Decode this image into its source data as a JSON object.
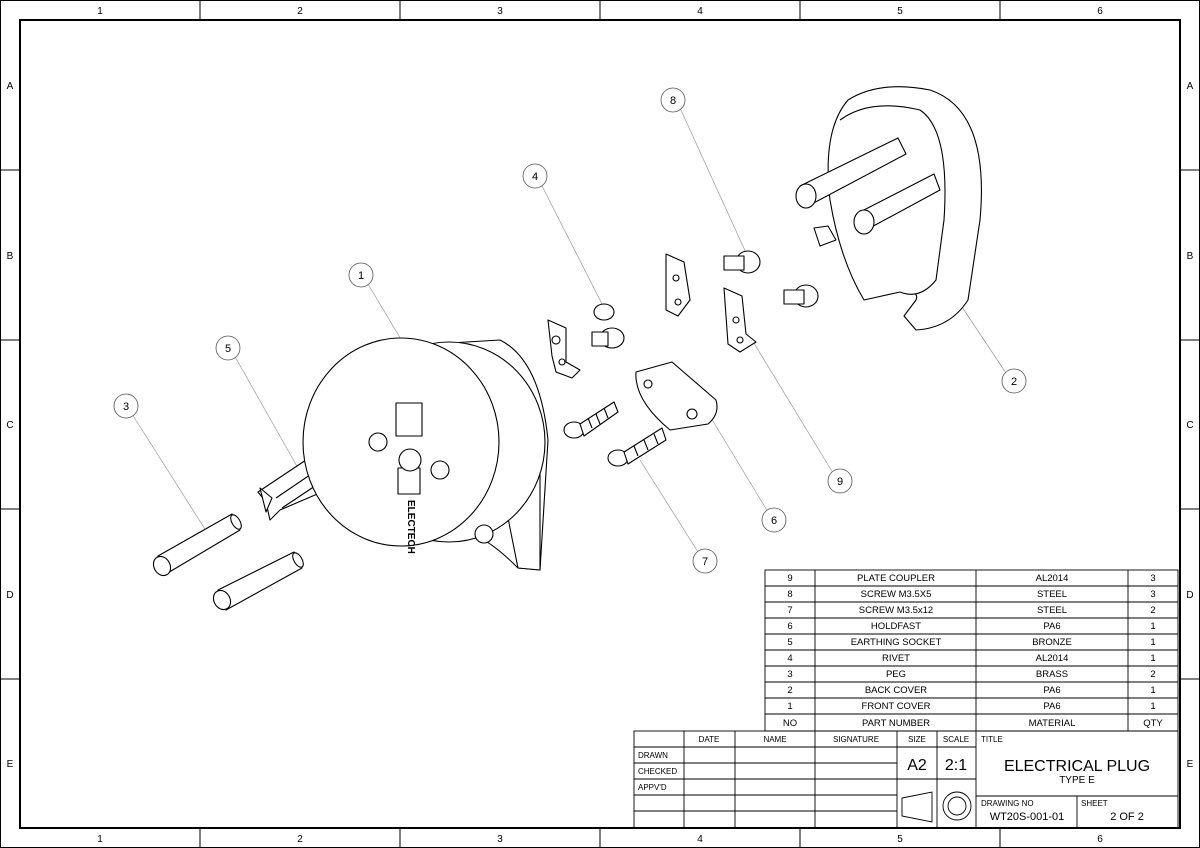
{
  "border": {
    "columns": [
      "1",
      "2",
      "3",
      "4",
      "5",
      "6"
    ],
    "rows": [
      "A",
      "B",
      "C",
      "D",
      "E"
    ]
  },
  "balloons": [
    "1",
    "2",
    "3",
    "4",
    "5",
    "6",
    "7",
    "8",
    "9"
  ],
  "bom": {
    "header": {
      "no": "NO",
      "part": "PART NUMBER",
      "material": "MATERIAL",
      "qty": "QTY"
    },
    "rows": [
      {
        "no": "9",
        "part": "PLATE COUPLER",
        "material": "AL2014",
        "qty": "3"
      },
      {
        "no": "8",
        "part": "SCREW M3.5X5",
        "material": "STEEL",
        "qty": "3"
      },
      {
        "no": "7",
        "part": "SCREW M3.5x12",
        "material": "STEEL",
        "qty": "2"
      },
      {
        "no": "6",
        "part": "HOLDFAST",
        "material": "PA6",
        "qty": "1"
      },
      {
        "no": "5",
        "part": "EARTHING SOCKET",
        "material": "BRONZE",
        "qty": "1"
      },
      {
        "no": "4",
        "part": "RIVET",
        "material": "AL2014",
        "qty": "1"
      },
      {
        "no": "3",
        "part": "PEG",
        "material": "BRASS",
        "qty": "2"
      },
      {
        "no": "2",
        "part": "BACK COVER",
        "material": "PA6",
        "qty": "1"
      },
      {
        "no": "1",
        "part": "FRONT COVER",
        "material": "PA6",
        "qty": "1"
      }
    ]
  },
  "title_block": {
    "col_date": "DATE",
    "col_name": "NAME",
    "col_signature": "SIGNATURE",
    "row_drawn": "DRAWN",
    "row_checked": "CHECKED",
    "row_appvd": "APPV'D",
    "size_label": "SIZE",
    "size_value": "A2",
    "scale_label": "SCALE",
    "scale_value": "2:1",
    "title_label": "TITLE",
    "title": "ELECTRICAL PLUG",
    "subtitle": "TYPE E",
    "drawing_no_label": "DRAWING NO",
    "drawing_no": "WT20S-001-01",
    "sheet_label": "SHEET",
    "sheet_value": "2 OF 2"
  },
  "front_cover_marking": "ELECTECH"
}
